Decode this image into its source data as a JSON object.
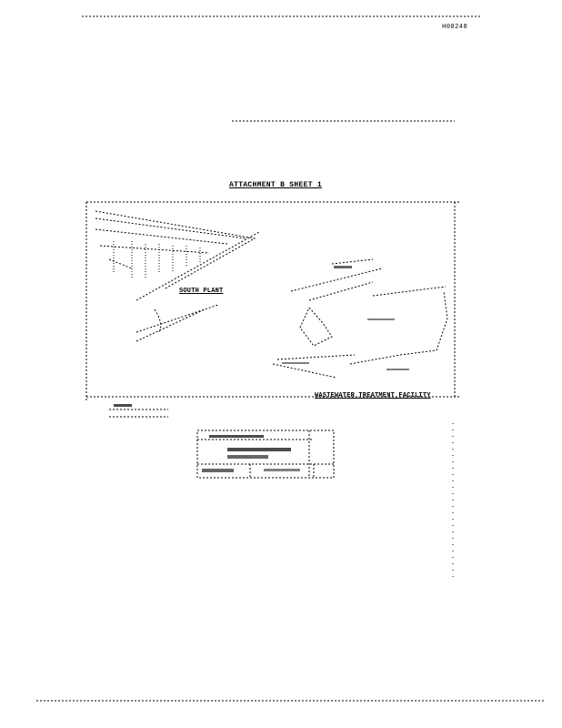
{
  "document": {
    "doc_id": "H00248",
    "title": "ATTACHMENT B SHEET 1",
    "map": {
      "label_south_plant": "SOUTH PLANT",
      "label_facility": "WASTEWATER TREATMENT FACILITY"
    }
  }
}
